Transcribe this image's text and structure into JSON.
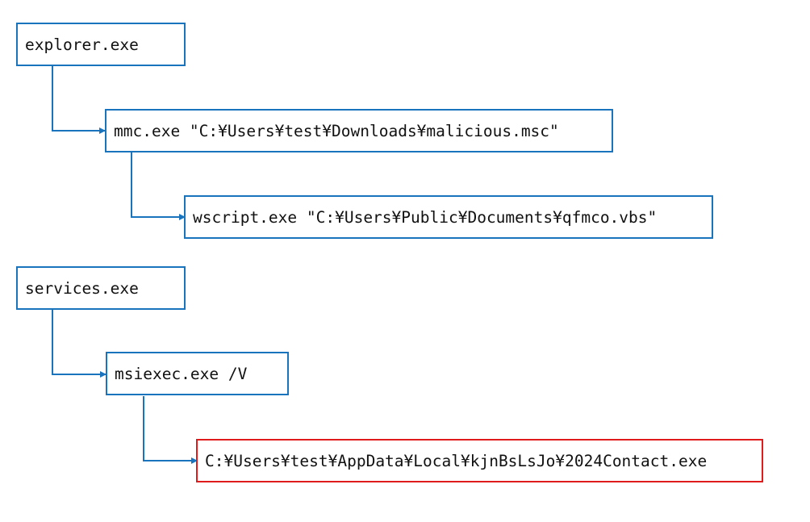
{
  "tree": {
    "nodes": [
      {
        "id": "explorer",
        "label": "explorer.exe",
        "highlight": false
      },
      {
        "id": "mmc",
        "label": "mmc.exe \"C:¥Users¥test¥Downloads¥malicious.msc\"",
        "highlight": false
      },
      {
        "id": "wscript",
        "label": "wscript.exe \"C:¥Users¥Public¥Documents¥qfmco.vbs\"",
        "highlight": false
      },
      {
        "id": "services",
        "label": "services.exe",
        "highlight": false
      },
      {
        "id": "msiexec",
        "label": "msiexec.exe /V",
        "highlight": false
      },
      {
        "id": "contact",
        "label": "C:¥Users¥test¥AppData¥Local¥kjnBsLsJo¥2024Contact.exe",
        "highlight": true
      }
    ],
    "edges": [
      {
        "from": "explorer",
        "to": "mmc"
      },
      {
        "from": "mmc",
        "to": "wscript"
      },
      {
        "from": "services",
        "to": "msiexec"
      },
      {
        "from": "msiexec",
        "to": "contact"
      }
    ]
  },
  "colors": {
    "node_border": "#1a73bd",
    "alert_border": "#e01b1b",
    "connector": "#1a73bd"
  }
}
